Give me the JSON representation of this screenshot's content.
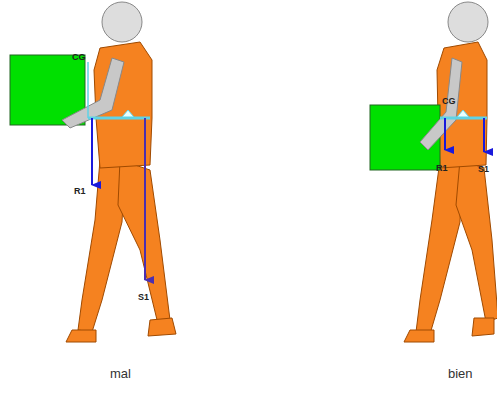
{
  "diagram": {
    "labels": [
      "CG",
      "R1",
      "S1",
      "CG",
      "R1",
      "S1",
      "mal",
      "bien"
    ]
  }
}
